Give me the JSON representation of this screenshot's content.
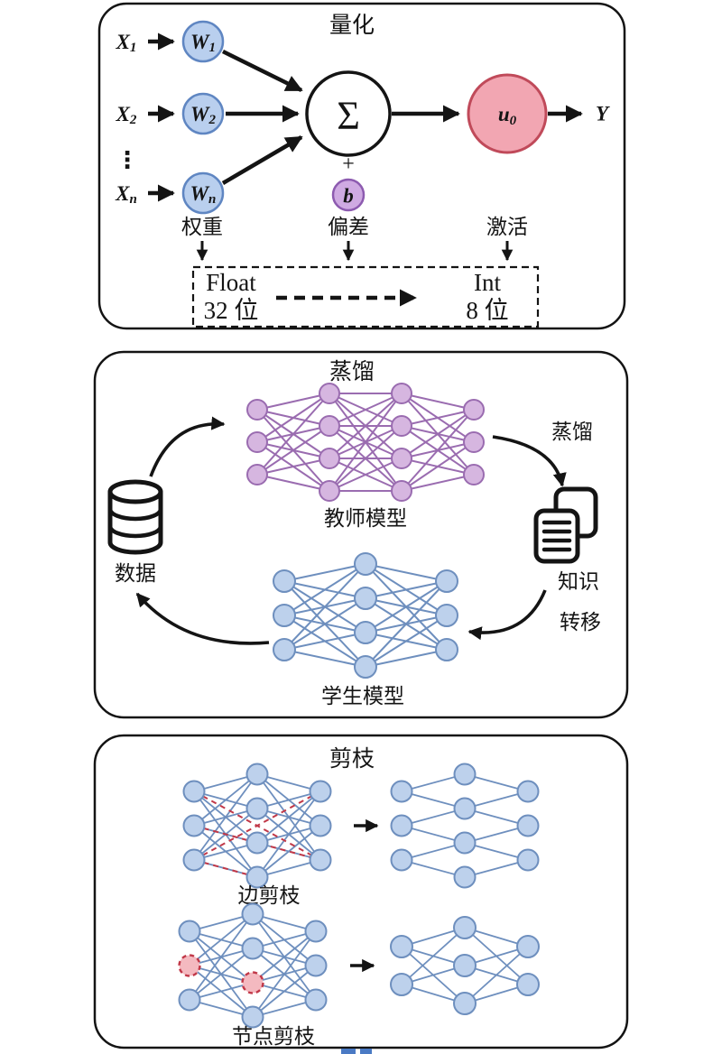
{
  "quant": {
    "title": "量化",
    "inputs": [
      {
        "base": "X",
        "sub": "1"
      },
      {
        "base": "X",
        "sub": "2"
      },
      {
        "base": "X",
        "sub": "n"
      }
    ],
    "dots": "⋮",
    "weights": [
      {
        "base": "W",
        "sub": "1"
      },
      {
        "base": "W",
        "sub": "2"
      },
      {
        "base": "W",
        "sub": "n"
      }
    ],
    "sum_symbol": "Σ",
    "plus_sign": "+",
    "bias_symbol": "b",
    "activation": {
      "base": "u",
      "sub": "0"
    },
    "output": "Y",
    "weights_label": "权重",
    "bias_label": "偏差",
    "activation_label": "激活",
    "box": {
      "from_type": "Float",
      "from_bits": "32 位",
      "to_type": "Int",
      "to_bits": "8 位"
    }
  },
  "distill": {
    "title": "蒸馏",
    "teacher_label": "教师模型",
    "student_label": "学生模型",
    "data_label": "数据",
    "distill_arrow_label": "蒸馏",
    "knowledge_label": "知识",
    "transfer_label": "转移"
  },
  "prune": {
    "title": "剪枝",
    "edge_prune_label": "边剪枝",
    "node_prune_label": "节点剪枝"
  },
  "colors": {
    "outline": "#141414",
    "node_blue_fill": "#bdd1ec",
    "node_blue_stroke": "#6e8fbe",
    "node_purple_fill": "#d6b6e0",
    "node_purple_stroke": "#9a6cb0",
    "pruned_red": "#c13848",
    "pruned_node_fill": "#f4b9c0",
    "weight_circle_fill": "#b9cfee",
    "weight_circle_stroke": "#5f86c2",
    "weight_text": "#1f3864",
    "bias_circle_fill": "#cfaae2",
    "bias_circle_stroke": "#8d5bb0",
    "bias_text": "#222222",
    "activation_circle_fill": "#f2a6b2",
    "activation_circle_stroke": "#c04a5a",
    "activation_text": "#9c2333",
    "caption_blue": "#4a7ac4"
  }
}
